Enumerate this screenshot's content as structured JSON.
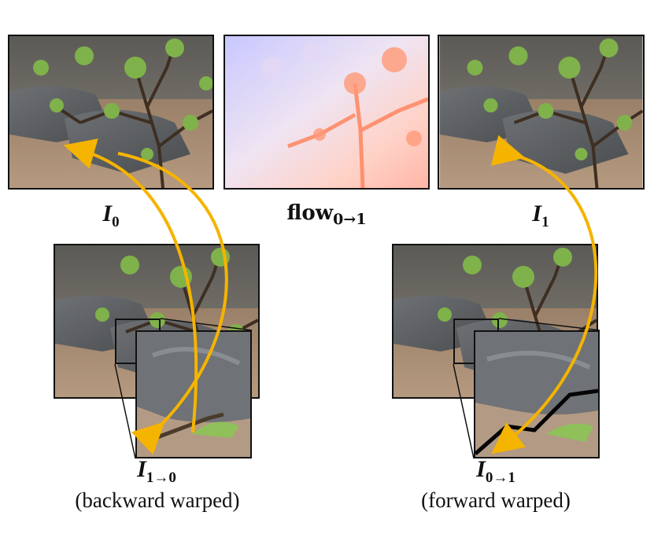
{
  "panels": {
    "i0": {
      "label_main": "I",
      "label_sub": "0"
    },
    "flow": {
      "label_main": "flow",
      "label_sub": "0→1"
    },
    "i1": {
      "label_main": "I",
      "label_sub": "1"
    },
    "backward": {
      "label_main": "I",
      "label_sub": "1→0",
      "caption": "(backward warped)"
    },
    "forward": {
      "label_main": "I",
      "label_sub": "0→1",
      "caption": "(forward warped)"
    }
  },
  "colors": {
    "arrow": "#f5b400",
    "frame": "#111111"
  }
}
